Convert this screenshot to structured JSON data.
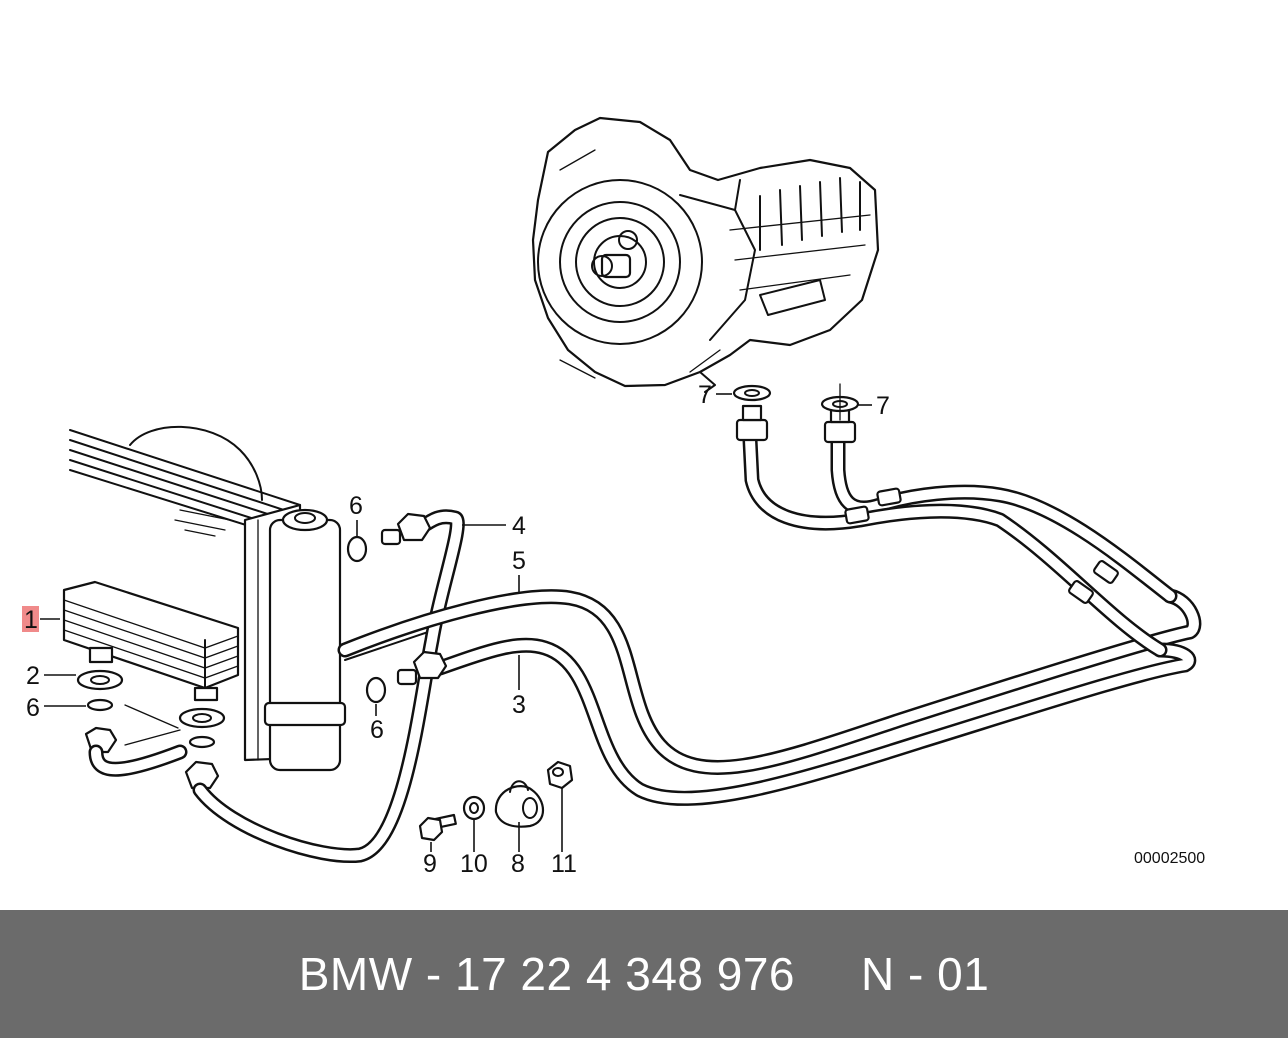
{
  "diagram": {
    "callouts": [
      {
        "id": "c1",
        "label": "1",
        "highlighted": true
      },
      {
        "id": "c2",
        "label": "2"
      },
      {
        "id": "c6a",
        "label": "6"
      },
      {
        "id": "c6b",
        "label": "6"
      },
      {
        "id": "c6c",
        "label": "6"
      },
      {
        "id": "c4",
        "label": "4"
      },
      {
        "id": "c5",
        "label": "5"
      },
      {
        "id": "c3",
        "label": "3"
      },
      {
        "id": "c7a",
        "label": "7"
      },
      {
        "id": "c7b",
        "label": "7"
      },
      {
        "id": "c9",
        "label": "9"
      },
      {
        "id": "c10",
        "label": "10"
      },
      {
        "id": "c8",
        "label": "8"
      },
      {
        "id": "c11",
        "label": "11"
      }
    ],
    "diagram_id": "00002500",
    "highlight_color": "#f08a8a"
  },
  "footer": {
    "part_code": "BMW - 17 22 4 348 976",
    "variant": "N - 01",
    "background": "#6b6b6b"
  }
}
